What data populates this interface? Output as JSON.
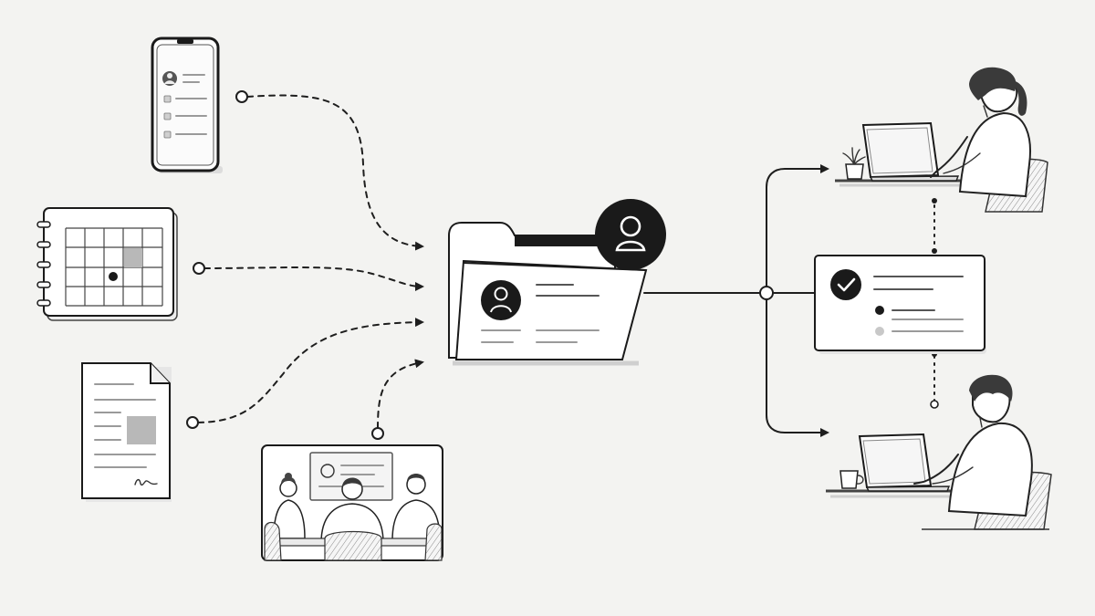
{
  "colors": {
    "background": "#f3f3f1",
    "ink": "#1e1e1e",
    "paper": "#ffffff",
    "accent_dark": "#1a1a1a",
    "muted_grey": "#b9b9b9"
  },
  "sources": [
    {
      "id": "mobile-phone",
      "icon": "smartphone-icon"
    },
    {
      "id": "calendar",
      "icon": "calendar-icon"
    },
    {
      "id": "document",
      "icon": "document-icon"
    },
    {
      "id": "meeting",
      "icon": "meeting-icon"
    }
  ],
  "hub": {
    "icon": "user-folder-icon",
    "badge_icon": "user-icon"
  },
  "outputs": [
    {
      "id": "person-top",
      "icon": "person-at-laptop-icon"
    },
    {
      "id": "approval-card",
      "icon": "checkmark-icon"
    },
    {
      "id": "person-bottom",
      "icon": "person-at-laptop-icon"
    }
  ]
}
